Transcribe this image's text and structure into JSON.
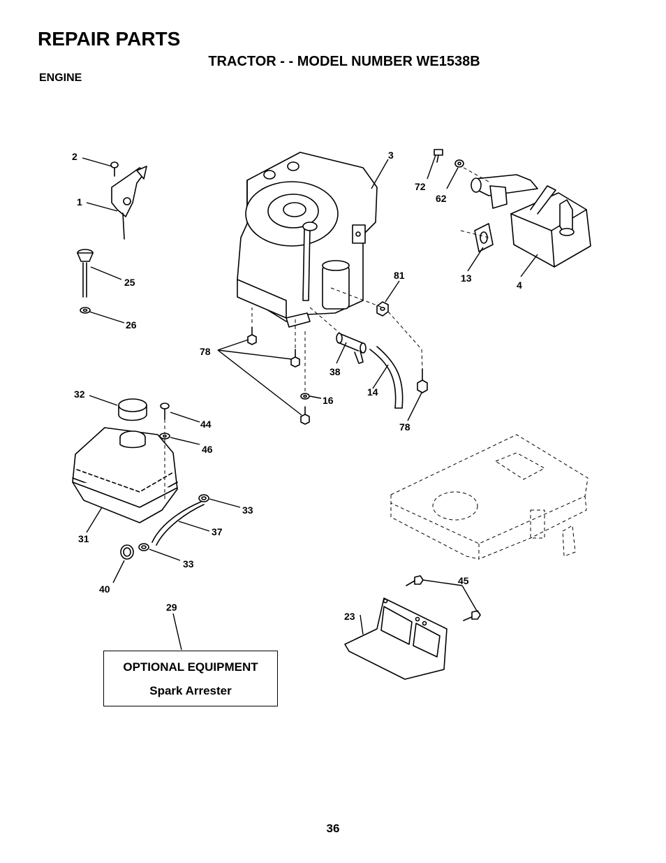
{
  "header": {
    "title": "REPAIR PARTS",
    "subtitle": "TRACTOR - - MODEL NUMBER WE1538B",
    "section": "ENGINE"
  },
  "callouts": [
    "2",
    "1",
    "25",
    "26",
    "3",
    "72",
    "62",
    "13",
    "4",
    "81",
    "78",
    "38",
    "14",
    "16",
    "78",
    "32",
    "44",
    "46",
    "33",
    "37",
    "33",
    "31",
    "40",
    "29",
    "45",
    "23"
  ],
  "optional_box": {
    "heading": "OPTIONAL EQUIPMENT",
    "item": "Spark Arrester"
  },
  "page_number": "36"
}
